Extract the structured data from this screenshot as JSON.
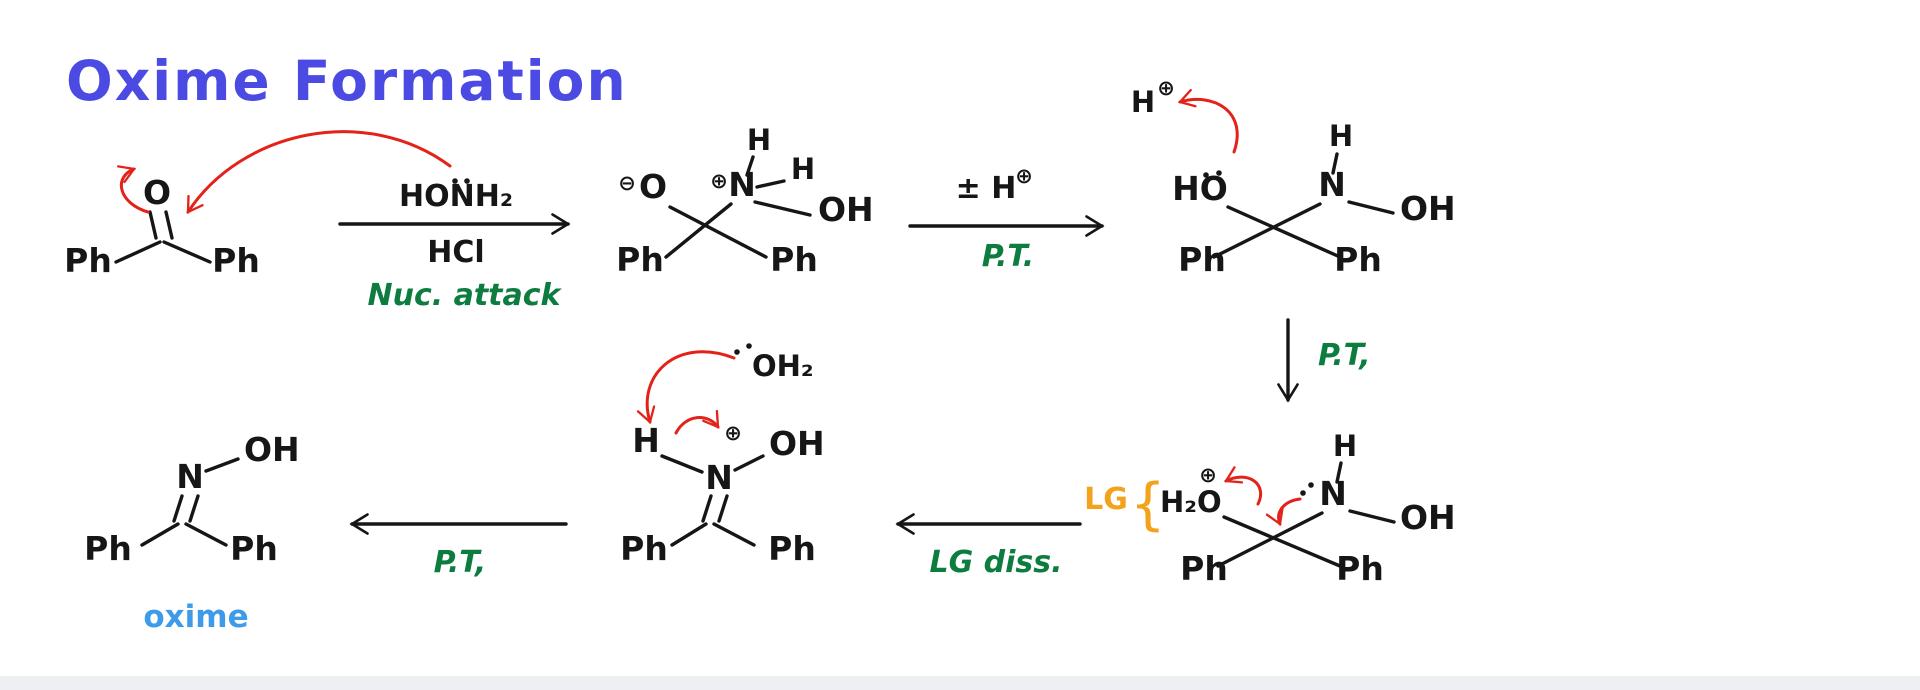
{
  "title": "Oxime Formation",
  "colors": {
    "title_blue": "#4b4be4",
    "ink": "#161616",
    "red": "#e3231a",
    "green": "#0c7c3f",
    "orange": "#f2a21b",
    "light_blue": "#3d9be9",
    "background": "#ffffff",
    "bottom_strip": "#edeff3"
  },
  "step1": {
    "reagent_top": "HONH₂",
    "reagent_bottom": "HCl",
    "note": "Nuc. attack"
  },
  "step2": {
    "label": "± H",
    "label_sup": "⊕",
    "note": "P.T."
  },
  "step3": {
    "note": "P.T,"
  },
  "step4": {
    "note": "LG diss.",
    "lg": "LG",
    "brace": "{"
  },
  "step5": {
    "note": "P.T,"
  },
  "mol1": {
    "o": "O",
    "ph_l": "Ph",
    "ph_r": "Ph"
  },
  "mol2": {
    "ominus": "⊖",
    "o": "O",
    "nplus": "⊕",
    "n": "N",
    "h1": "H",
    "h2": "H",
    "oh": "OH",
    "ph_l": "Ph",
    "ph_r": "Ph"
  },
  "mol3": {
    "h": "H",
    "hplus": "⊕",
    "ho": "HO",
    "n": "N",
    "nh": "H",
    "oh": "OH",
    "ph_l": "Ph",
    "ph_r": "Ph"
  },
  "mol4": {
    "h2o": "H₂O",
    "oplus": "⊕",
    "n": "N",
    "nh": "H",
    "oh": "OH",
    "ph_l": "Ph",
    "ph_r": "Ph"
  },
  "mol5": {
    "oh2": "OH₂",
    "h": "H",
    "nplus": "⊕",
    "n": "N",
    "oh": "OH",
    "ph_l": "Ph",
    "ph_r": "Ph"
  },
  "mol6": {
    "n": "N",
    "oh": "OH",
    "ph_l": "Ph",
    "ph_r": "Ph",
    "caption": "oxime"
  }
}
